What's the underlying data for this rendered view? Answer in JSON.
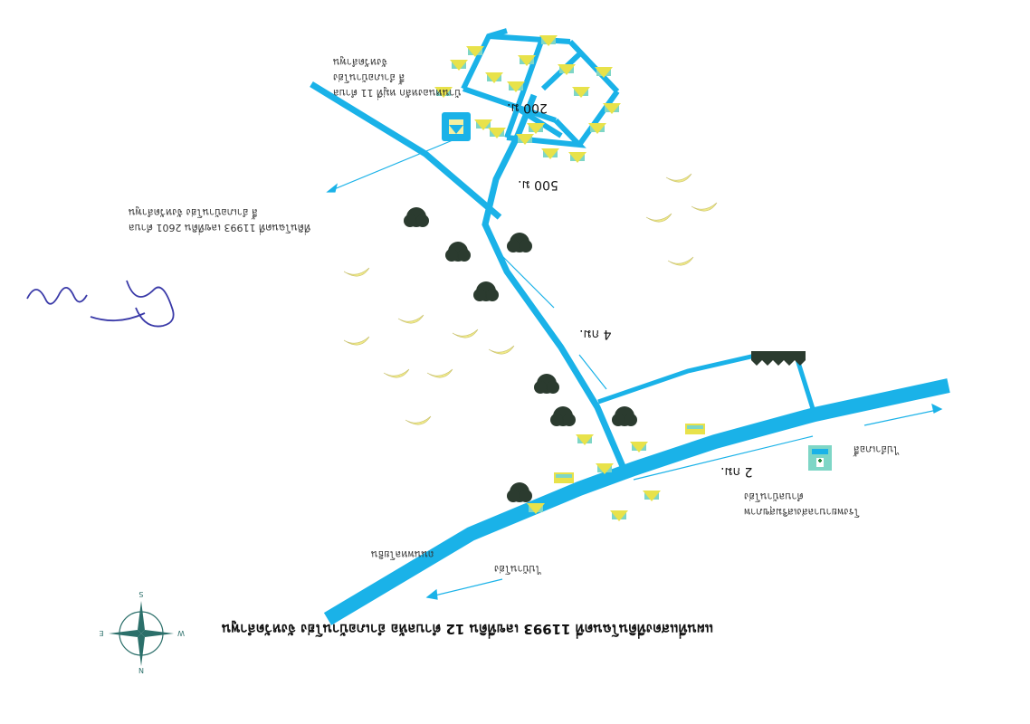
{
  "map": {
    "title": "แผนที่แสดงที่ดินโฉนดที่ 11993 เลขที่ดิน 12 ตำบลห้อ อำเภอบ้านโฮ่ง จังหวัดลำพูน",
    "note_bottom": {
      "line1": "ที่ดินโฉนดที่ 11993 เลขที่ดิน 2601 ตำบล",
      "line2": "ลี้ อำเภอบ้านโฮ่ง จังหวัดลำพูน"
    },
    "note_top": {
      "line1": "บ้านหนองหลัก หมู่ที่ 11 ตำบล",
      "line2": "ลี้ อำเภอบ้านโฮ่ง",
      "line3": "จังหวัดลำพูน"
    },
    "distances": [
      "200 ม.",
      "500 ม.",
      "4 กม.",
      "2 กม."
    ],
    "direction_labels": [
      "ไปอำเภอลี้",
      "ไปบ้านโฮ่ง",
      "ถนนพหลโยธิน"
    ],
    "school": {
      "line1": "โรงพยาบาลส่งเสริมสุขภาพ",
      "line2": "ตำบลบ้านโฮ่ง"
    },
    "compass": {
      "n": "N",
      "s": "S",
      "e": "E",
      "w": "W"
    },
    "colors": {
      "road": "#1ab2e8",
      "water": "#1ab2e8",
      "tree": "#2b3b2f",
      "house_roof": "#e8e24a",
      "house_wall": "#7ed6c6",
      "moon": "#f0ea8a"
    }
  }
}
